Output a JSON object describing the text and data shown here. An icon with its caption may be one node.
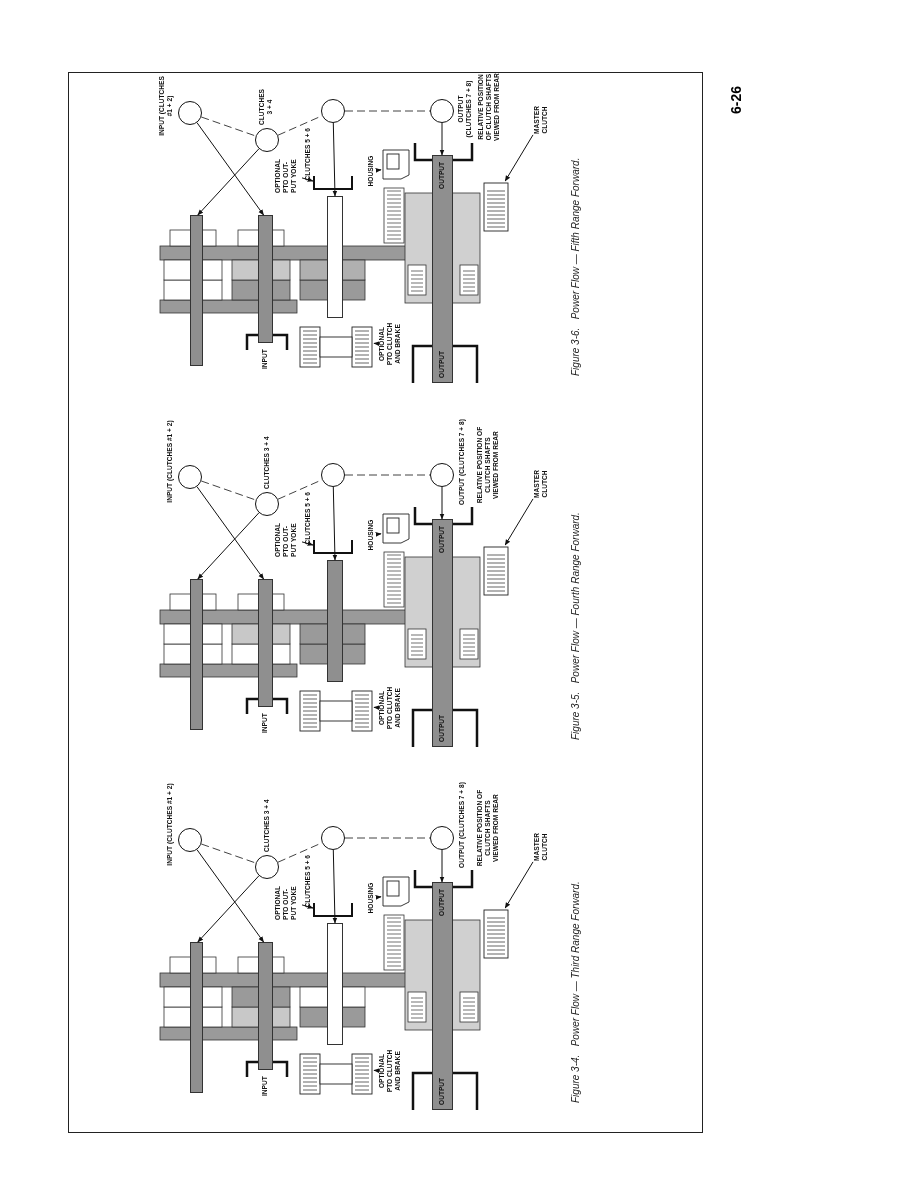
{
  "diagram": {
    "nodes": [
      {
        "text": [],
        "shape": "circle",
        "beside": [
          "INPUT (CLUTCHES #1 + 2)"
        ]
      },
      {
        "text": [],
        "shape": "circle",
        "beside": [
          "CLUTCHES 3 + 4"
        ]
      },
      {
        "text": [],
        "shape": "circle"
      },
      {
        "text": [],
        "shape": "circle",
        "beside": [
          "OUTPUT (CLUTCHES 7 + 8)"
        ]
      },
      {
        "text": [],
        "shape": "bar"
      },
      {
        "text": [],
        "shape": "bar"
      },
      {
        "text": [],
        "shape": "bar"
      },
      {
        "text": [],
        "shape": "bar"
      },
      {
        "text": [
          "OPTIONAL PTO OUT-PUT YOKE"
        ]
      },
      {
        "text": [],
        "shape": "bracket"
      },
      {
        "text": [
          "HOUSING"
        ]
      },
      {
        "text": [],
        "shape": "picture"
      },
      {
        "text": [
          "OPTIONAL PTO CLUTCH AND BRAKE"
        ]
      },
      {
        "text": [],
        "shape": "picture"
      },
      {
        "text": [
          "MASTER CLUTCH"
        ]
      },
      {
        "text": [],
        "shape": "picture"
      },
      {
        "text": [],
        "shape": "circle",
        "beside": [
          "INPUT (CLUTCHES #1 + 2)"
        ]
      },
      {
        "text": [],
        "shape": "circle",
        "beside": [
          "CLUTCHES 3 + 4"
        ]
      },
      {
        "text": [],
        "shape": "circle"
      },
      {
        "text": [],
        "shape": "circle",
        "beside": [
          "OUTPUT (CLUTCHES 7 + 8)"
        ]
      },
      {
        "text": [],
        "shape": "bar"
      },
      {
        "text": [],
        "shape": "bar"
      },
      {
        "text": [],
        "shape": "bar"
      },
      {
        "text": [],
        "shape": "bar"
      },
      {
        "text": [
          "OPTIONAL PTO OUT-PUT YOKE"
        ]
      },
      {
        "text": [],
        "shape": "bracket"
      },
      {
        "text": [
          "HOUSING"
        ]
      },
      {
        "text": [],
        "shape": "picture"
      },
      {
        "text": [
          "OPTIONAL PTO CLUTCH AND BRAKE"
        ]
      },
      {
        "text": [],
        "shape": "picture"
      },
      {
        "text": [
          "MASTER CLUTCH"
        ]
      },
      {
        "text": [],
        "shape": "picture"
      },
      {
        "text": [],
        "shape": "circle",
        "beside": [
          "INPUT (CLUTCHES #1 + 2)"
        ]
      },
      {
        "text": [],
        "shape": "circle",
        "beside": [
          "CLUTCHES 3 + 4"
        ]
      },
      {
        "text": [],
        "shape": "circle"
      },
      {
        "text": [],
        "shape": "circle",
        "beside": [
          "OUTPUT (CLUTCHES 7 + 8)"
        ]
      },
      {
        "text": [],
        "shape": "bar"
      },
      {
        "text": [],
        "shape": "bar"
      },
      {
        "text": [],
        "shape": "bar"
      },
      {
        "text": [],
        "shape": "bar"
      },
      {
        "text": [
          "OPTIONAL PTO OUT-PUT YOKE"
        ]
      },
      {
        "text": [],
        "shape": "bracket"
      },
      {
        "text": [
          "HOUSING"
        ]
      },
      {
        "text": [],
        "shape": "picture"
      },
      {
        "text": [
          "OPTIONAL PTO CLUTCH AND BRAKE"
        ]
      },
      {
        "text": [],
        "shape": "picture"
      },
      {
        "text": [
          "MASTER CLUTCH"
        ]
      },
      {
        "text": [],
        "shape": "picture"
      }
    ],
    "edges": [
      {
        "from": 0,
        "to": 5,
        "arrow": "to"
      },
      {
        "from": 1,
        "to": 4,
        "arrow": "to"
      },
      {
        "from": 2,
        "to": 6,
        "arrow": "to"
      },
      {
        "from": 3,
        "to": 7,
        "arrow": "to"
      },
      {
        "from": 0,
        "to": 1,
        "arrow": "none",
        "style": "dashed"
      },
      {
        "from": 1,
        "to": 2,
        "arrow": "none",
        "style": "dashed"
      },
      {
        "from": 2,
        "to": 3,
        "arrow": "none",
        "style": "dashed"
      },
      {
        "from": 8,
        "to": 9,
        "arrow": "to"
      },
      {
        "from": 10,
        "to": 11,
        "arrow": "to"
      },
      {
        "from": 12,
        "to": 13,
        "arrow": "to"
      },
      {
        "from": 14,
        "to": 15,
        "arrow": "to"
      },
      {
        "from": 16,
        "to": 21,
        "arrow": "to"
      },
      {
        "from": 17,
        "to": 20,
        "arrow": "to"
      },
      {
        "from": 18,
        "to": 22,
        "arrow": "to"
      },
      {
        "from": 19,
        "to": 23,
        "arrow": "to"
      },
      {
        "from": 16,
        "to": 17,
        "arrow": "none",
        "style": "dashed"
      },
      {
        "from": 17,
        "to": 18,
        "arrow": "none",
        "style": "dashed"
      },
      {
        "from": 18,
        "to": 19,
        "arrow": "none",
        "style": "dashed"
      },
      {
        "from": 24,
        "to": 25,
        "arrow": "to"
      },
      {
        "from": 26,
        "to": 27,
        "arrow": "to"
      },
      {
        "from": 28,
        "to": 29,
        "arrow": "to"
      },
      {
        "from": 30,
        "to": 31,
        "arrow": "to"
      },
      {
        "from": 32,
        "to": 37,
        "arrow": "to"
      },
      {
        "from": 33,
        "to": 36,
        "arrow": "to"
      },
      {
        "from": 34,
        "to": 38,
        "arrow": "to"
      },
      {
        "from": 35,
        "to": 39,
        "arrow": "to"
      },
      {
        "from": 32,
        "to": 33,
        "arrow": "none",
        "style": "dashed"
      },
      {
        "from": 33,
        "to": 34,
        "arrow": "none",
        "style": "dashed"
      },
      {
        "from": 34,
        "to": 35,
        "arrow": "none",
        "style": "dashed"
      },
      {
        "from": 40,
        "to": 41,
        "arrow": "to"
      },
      {
        "from": 42,
        "to": 43,
        "arrow": "to"
      },
      {
        "from": 44,
        "to": 45,
        "arrow": "to"
      },
      {
        "from": 46,
        "to": 47,
        "arrow": "to"
      }
    ],
    "labels": [
      "CLUTCHES 5 + 6",
      "INPUT",
      "OUTPUT",
      "OUTPUT",
      "RELATIVE POSITION OF CLUTCH SHAFTS VIEWED FROM REAR",
      "CLUTCHES 5 + 6",
      "INPUT",
      "OUTPUT",
      "OUTPUT",
      "RELATIVE POSITION OF CLUTCH SHAFTS VIEWED FROM REAR",
      "CLUTCHES 5 + 6",
      "INPUT",
      "OUTPUT",
      "OUTPUT",
      "RELATIVE POSITION OF CLUTCH SHAFTS VIEWED FROM REAR",
      "Figure 3-6.   Power Flow — Fifth Range Forward.",
      "Figure 3-5.   Power Flow — Fourth Range Forward.",
      "Figure 3-4.   Power Flow — Third Range Forward.",
      "6-26"
    ]
  }
}
